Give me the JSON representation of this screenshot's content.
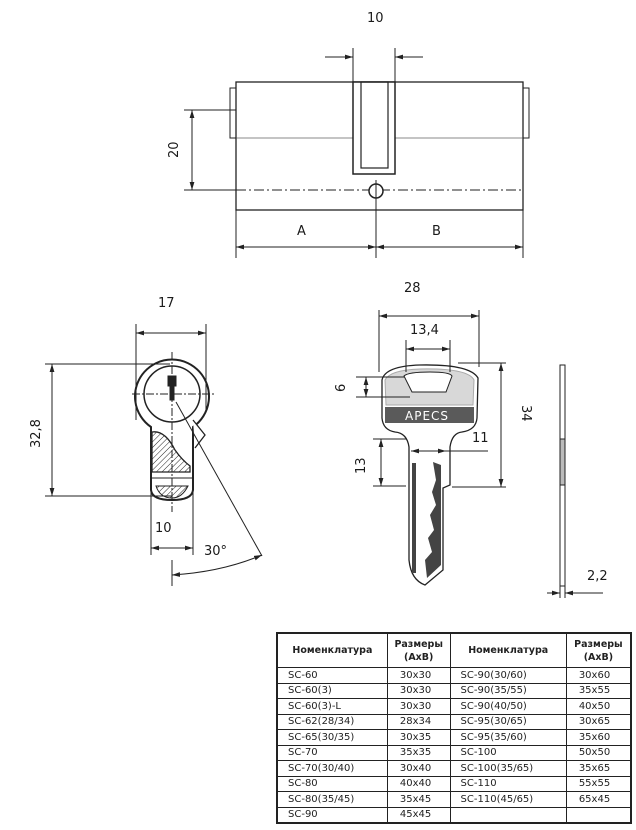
{
  "dimensions": {
    "top_slot_width": "10",
    "top_height": "20",
    "part_a": "A",
    "part_b": "B",
    "profile_width": "17",
    "profile_height": "32,8",
    "profile_bottom_width": "10",
    "cam_angle": "30°",
    "key_width": "28",
    "key_hole_width": "13,4",
    "key_hole_height": "6",
    "key_height": "34",
    "key_shank_width": "11",
    "key_shoulder": "13",
    "key_thickness": "2,2"
  },
  "key_brand": "APECS",
  "table": {
    "headers": [
      "Номенклатура",
      "Размеры (АхВ)",
      "Номенклатура",
      "Размеры (АхВ)"
    ],
    "rows": [
      [
        "SC-60",
        "30x30",
        "SC-90(30/60)",
        "30x60"
      ],
      [
        "SC-60(3)",
        "30x30",
        "SC-90(35/55)",
        "35x55"
      ],
      [
        "SC-60(3)-L",
        "30x30",
        "SC-90(40/50)",
        "40x50"
      ],
      [
        "SC-62(28/34)",
        "28x34",
        "SC-95(30/65)",
        "30x65"
      ],
      [
        "SC-65(30/35)",
        "30x35",
        "SC-95(35/60)",
        "35x60"
      ],
      [
        "SC-70",
        "35x35",
        "SC-100",
        "50x50"
      ],
      [
        "SC-70(30/40)",
        "30x40",
        "SC-100(35/65)",
        "35x65"
      ],
      [
        "SC-80",
        "40x40",
        "SC-110",
        "55x55"
      ],
      [
        "SC-80(35/45)",
        "35x45",
        "SC-110(45/65)",
        "65x45"
      ],
      [
        "SC-90",
        "45x45",
        "",
        ""
      ]
    ]
  }
}
